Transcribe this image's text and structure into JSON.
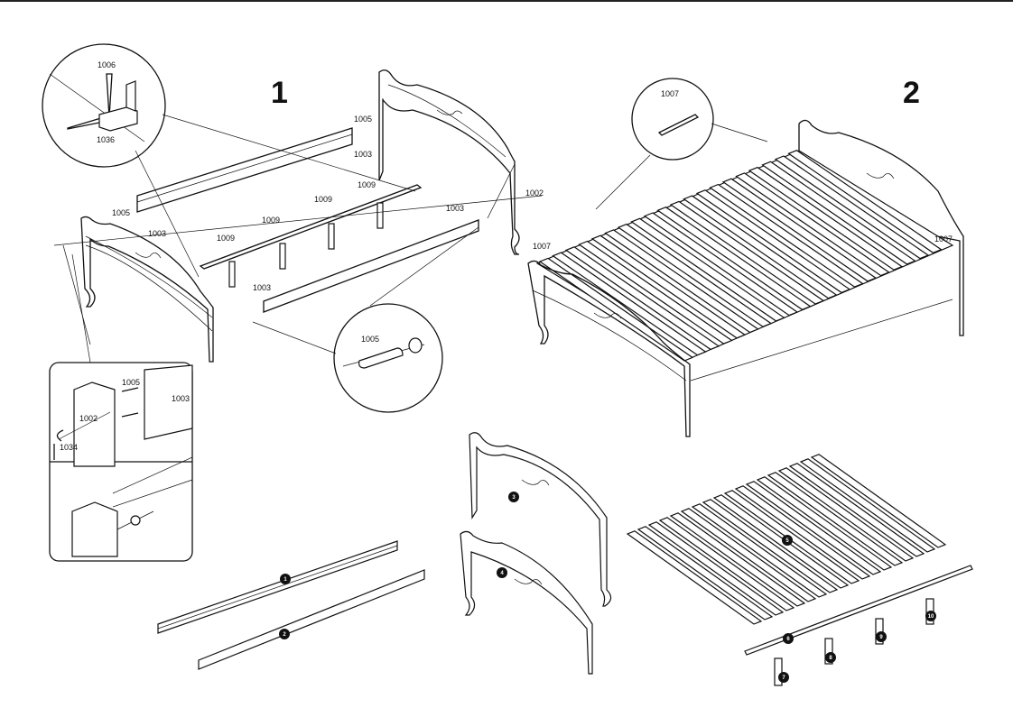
{
  "steps": {
    "one": "1",
    "two": "2"
  },
  "step1_labels": {
    "callout_screw": "1006",
    "callout_bracket": "1036",
    "rail_top_dowel": "1005",
    "rail_top_bolt": "1003",
    "rail_left_dowel": "1005",
    "rail_left_bolt": "1003",
    "beam_a": "1009",
    "beam_b": "1009",
    "beam_c": "1009",
    "beam_d": "1009",
    "front_rail_bolt": "1003",
    "front_rail_end": "1003",
    "headboard_bolt": "1002",
    "callout_dowel": "1005"
  },
  "detail_labels": {
    "dowel": "1005",
    "bolt": "1003",
    "bolt_long": "1002",
    "key": "1034"
  },
  "step2_labels": {
    "callout_screw": "1007",
    "left_screw": "1007",
    "right_screw": "1007"
  },
  "parts": [
    "1",
    "2",
    "3",
    "4",
    "5",
    "6",
    "7",
    "8",
    "9",
    "10"
  ]
}
